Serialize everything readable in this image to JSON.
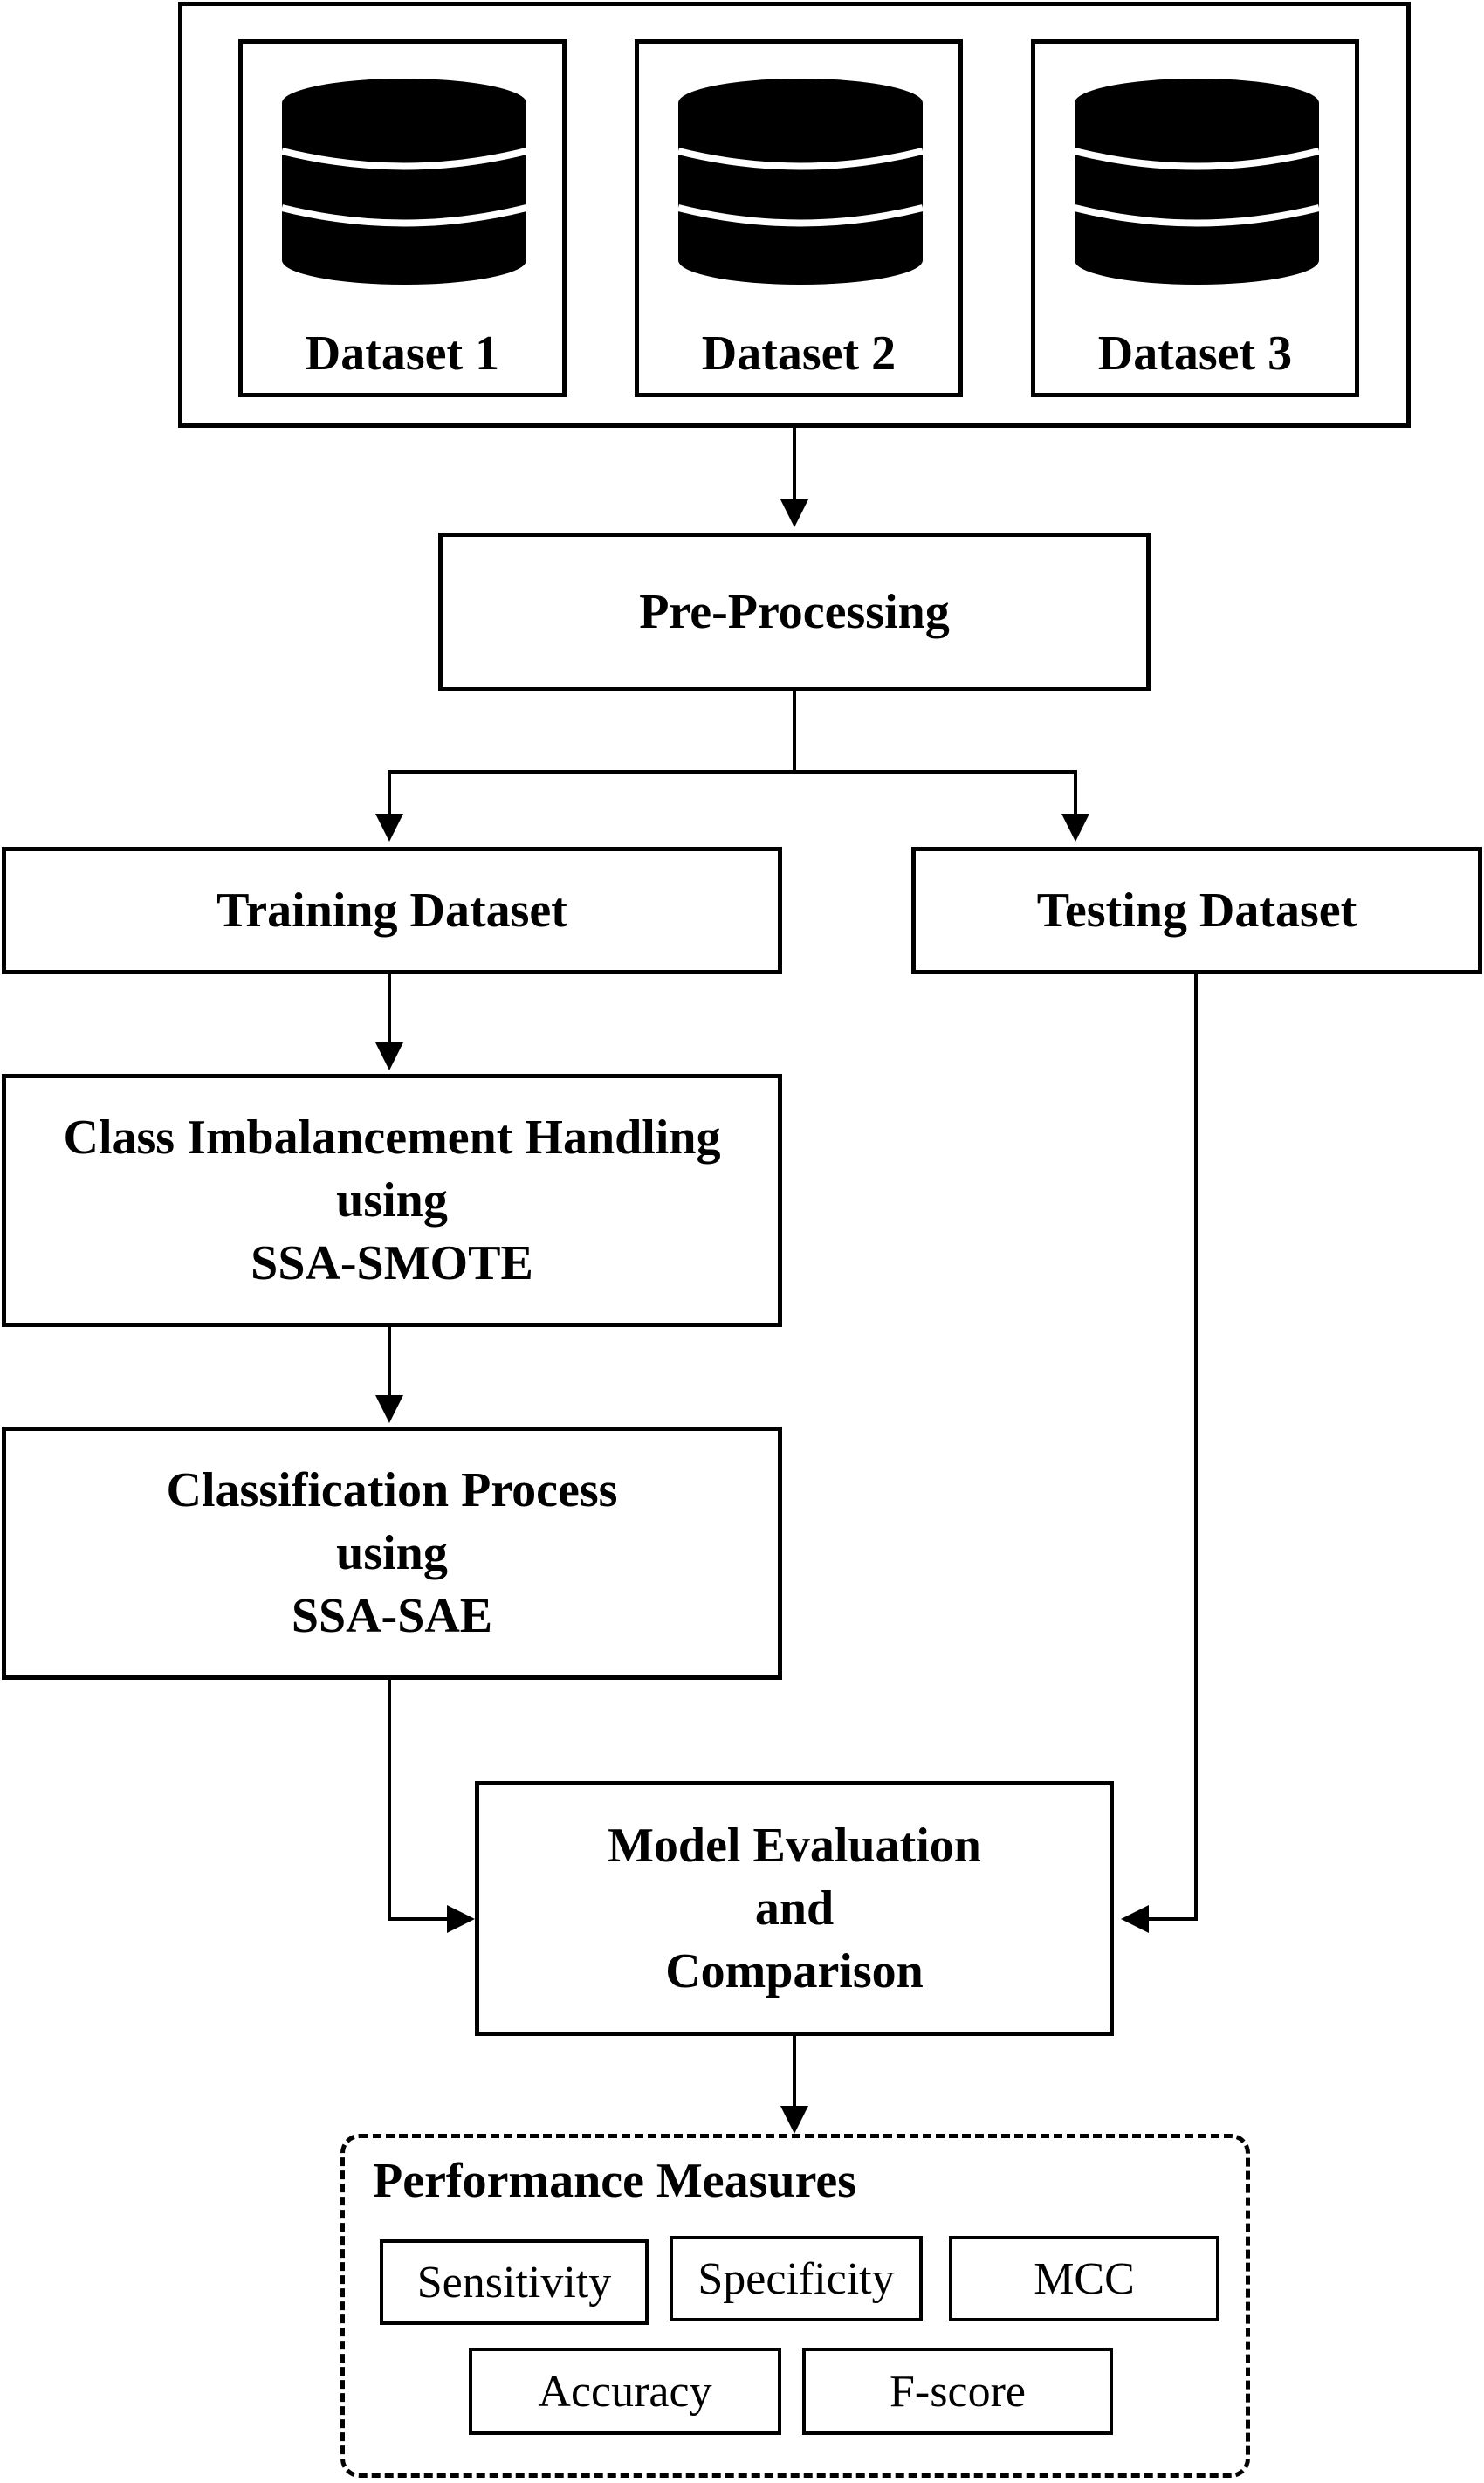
{
  "datasets": [
    "Dataset 1",
    "Dataset 2",
    "Dataset 3"
  ],
  "nodes": {
    "preprocessing": "Pre-Processing",
    "training": "Training Dataset",
    "testing": "Testing Dataset",
    "imbalance": [
      "Class Imbalancement Handling",
      "using",
      "SSA-SMOTE"
    ],
    "classification": [
      "Classification Process",
      "using",
      "SSA-SAE"
    ],
    "evaluation": [
      "Model Evaluation",
      "and",
      "Comparison"
    ]
  },
  "performance": {
    "title": "Performance Measures",
    "metrics": [
      "Sensitivity",
      "Specificity",
      "MCC",
      "Accuracy",
      "F-score"
    ]
  },
  "colors": {
    "line": "#000000",
    "fill": "#ffffff",
    "database": "#000000"
  }
}
